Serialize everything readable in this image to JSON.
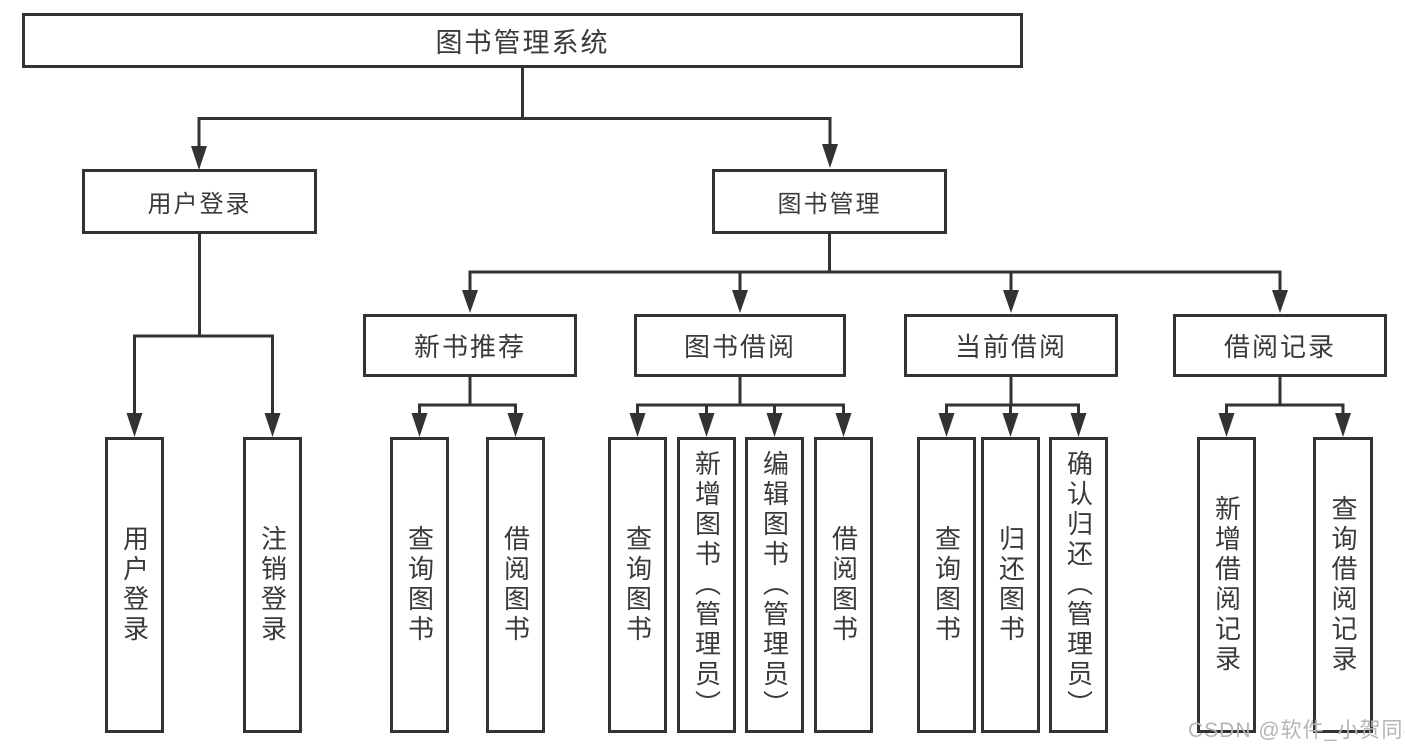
{
  "diagram_title": "图书管理系统",
  "nodes": {
    "root": "图书管理系统",
    "user_login": {
      "label": "用户登录",
      "children": [
        "用户登录",
        "注销登录"
      ]
    },
    "book_mgmt": {
      "label": "图书管理",
      "sections": [
        {
          "label": "新书推荐",
          "children": [
            "查询图书",
            "借阅图书"
          ]
        },
        {
          "label": "图书借阅",
          "children": [
            "查询图书",
            "新增图书（管理员）",
            "编辑图书（管理员）",
            "借阅图书"
          ]
        },
        {
          "label": "当前借阅",
          "children": [
            "查询图书",
            "归还图书",
            "确认归还（管理员）"
          ]
        },
        {
          "label": "借阅记录",
          "children": [
            "新增借阅记录",
            "查询借阅记录"
          ]
        }
      ]
    }
  },
  "watermark": "CSDN @软件_小贺同学",
  "colors": {
    "line": "#333333",
    "text": "#3a3a3a",
    "background": "#ffffff",
    "watermark": "#b5b5b5"
  }
}
